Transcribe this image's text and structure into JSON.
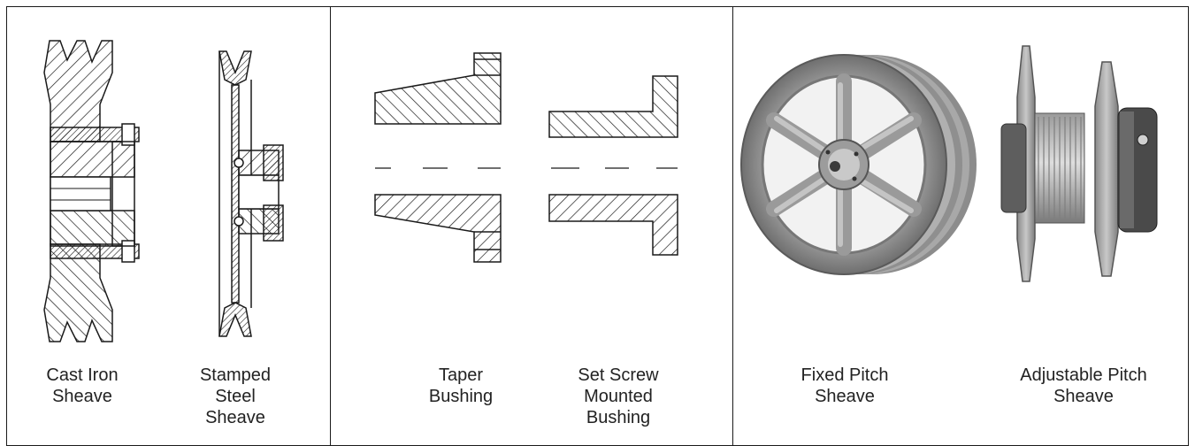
{
  "panels": [
    {
      "id": "sheaves",
      "items": [
        {
          "lines": [
            "Cast Iron",
            "Sheave"
          ]
        },
        {
          "lines": [
            "Stamped",
            "Steel",
            "Sheave"
          ]
        }
      ]
    },
    {
      "id": "bushings",
      "items": [
        {
          "lines": [
            "Taper",
            "Bushing"
          ]
        },
        {
          "lines": [
            "Set Screw",
            "Mounted",
            "Bushing"
          ]
        }
      ]
    },
    {
      "id": "pitch",
      "items": [
        {
          "lines": [
            "Fixed Pitch",
            "Sheave"
          ]
        },
        {
          "lines": [
            "Adjustable Pitch",
            "Sheave"
          ]
        }
      ]
    }
  ],
  "colors": {
    "line": "#1a1a1a",
    "metal": "#a9a9a9",
    "metal_dark": "#6e6e6e",
    "metal_light": "#d4d4d4"
  }
}
